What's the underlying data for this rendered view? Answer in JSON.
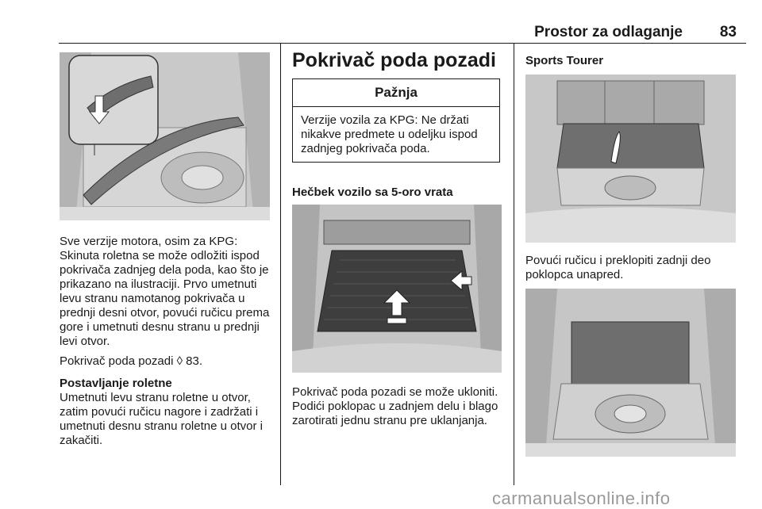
{
  "header": {
    "title": "Prostor za odlaganje",
    "page": "83"
  },
  "col1": {
    "para1": "Sve verzije motora, osim za KPG: Skinuta roletna se može odložiti ispod pokrivača zadnjeg dela poda, kao što je prikazano na ilustraciji. Prvo umetnuti levu stranu namotanog pokrivača u prednji desni otvor, povući ručicu prema gore i umetnuti desnu stranu u prednji levi otvor.",
    "para2": "Pokrivač poda pozadi ◊ 83.",
    "subhead": "Postavljanje roletne",
    "para3": "Umetnuti levu stranu roletne u otvor, zatim povući ručicu nagore i zadržati i umetnuti desnu stranu roletne u otvor i zakačiti."
  },
  "col2": {
    "heading": "Pokrivač poda pozadi",
    "notice": {
      "title": "Pažnja",
      "body": "Verzije vozila za KPG: Ne držati nikakve predmete u odeljku ispod zadnjeg pokrivača poda."
    },
    "subhead": "Hečbek vozilo sa 5-oro vrata",
    "para": "Pokrivač poda pozadi se može ukloniti. Podići poklopac u zadnjem delu i blago zarotirati jednu stranu pre uklanjanja."
  },
  "col3": {
    "subhead": "Sports Tourer",
    "para": "Povući ručicu i preklopiti zadnji deo poklopca unapred."
  },
  "watermark": "carmanualsonline.info"
}
